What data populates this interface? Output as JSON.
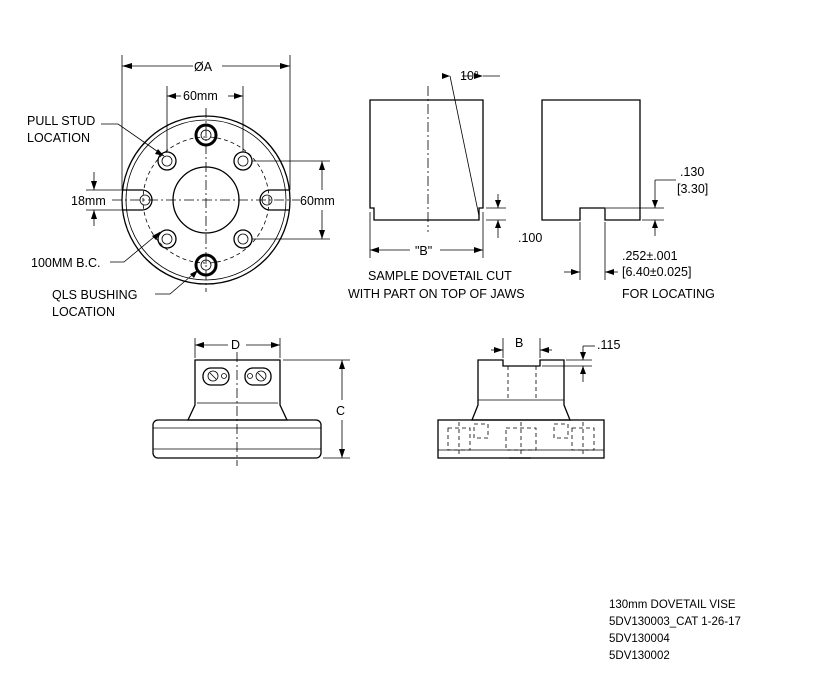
{
  "top_view": {
    "dim_a": "ØA",
    "dim_60_top": "60mm",
    "dim_60_side": "60mm",
    "dim_18": "18mm",
    "pull_stud_1": "PULL STUD",
    "pull_stud_2": "LOCATION",
    "bc": "100MM B.C.",
    "qls_1": "QLS BUSHING",
    "qls_2": "LOCATION"
  },
  "dovetail_view": {
    "angle": "10°",
    "dim_b": "\"B\"",
    "dim_100": ".100",
    "caption_1": "SAMPLE DOVETAIL CUT",
    "caption_2": "WITH PART ON TOP OF JAWS"
  },
  "locating_view": {
    "dim_130": ".130",
    "dim_330": "[3.30]",
    "dim_252": ".252±.001",
    "dim_640": "[6.40±0.025]",
    "caption": "FOR LOCATING"
  },
  "front_view": {
    "dim_d": "D",
    "dim_c": "C"
  },
  "side_view": {
    "dim_b": "B",
    "dim_115": ".115"
  },
  "title_block": {
    "line1": "130mm DOVETAIL VISE",
    "line2": "5DV130003_CAT 1-26-17",
    "line3": "5DV130004",
    "line4": "5DV130002"
  }
}
